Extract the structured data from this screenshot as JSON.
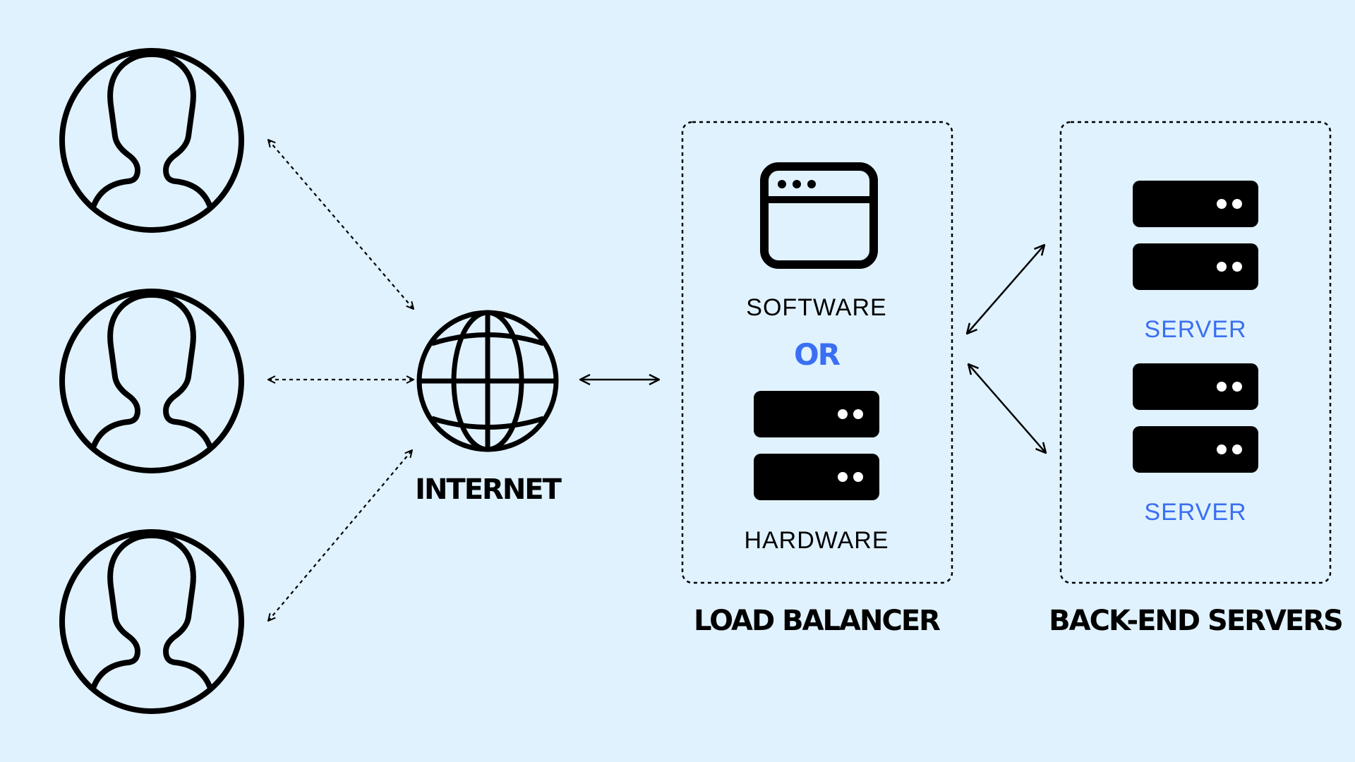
{
  "internet": {
    "label": "INTERNET"
  },
  "load_balancer": {
    "label": "LOAD BALANCER",
    "software_label": "SOFTWARE",
    "or_label": "OR",
    "hardware_label": "HARDWARE"
  },
  "backend": {
    "label": "BACK-END SERVERS",
    "servers": [
      {
        "label": "SERVER"
      },
      {
        "label": "SERVER"
      }
    ]
  },
  "colors": {
    "background": "#e0f2fe",
    "ink": "#000000",
    "accent": "#3b6ff2"
  },
  "icons": {
    "user": "user-icon",
    "globe": "globe-icon",
    "browser": "browser-window-icon",
    "server": "server-rack-icon"
  }
}
